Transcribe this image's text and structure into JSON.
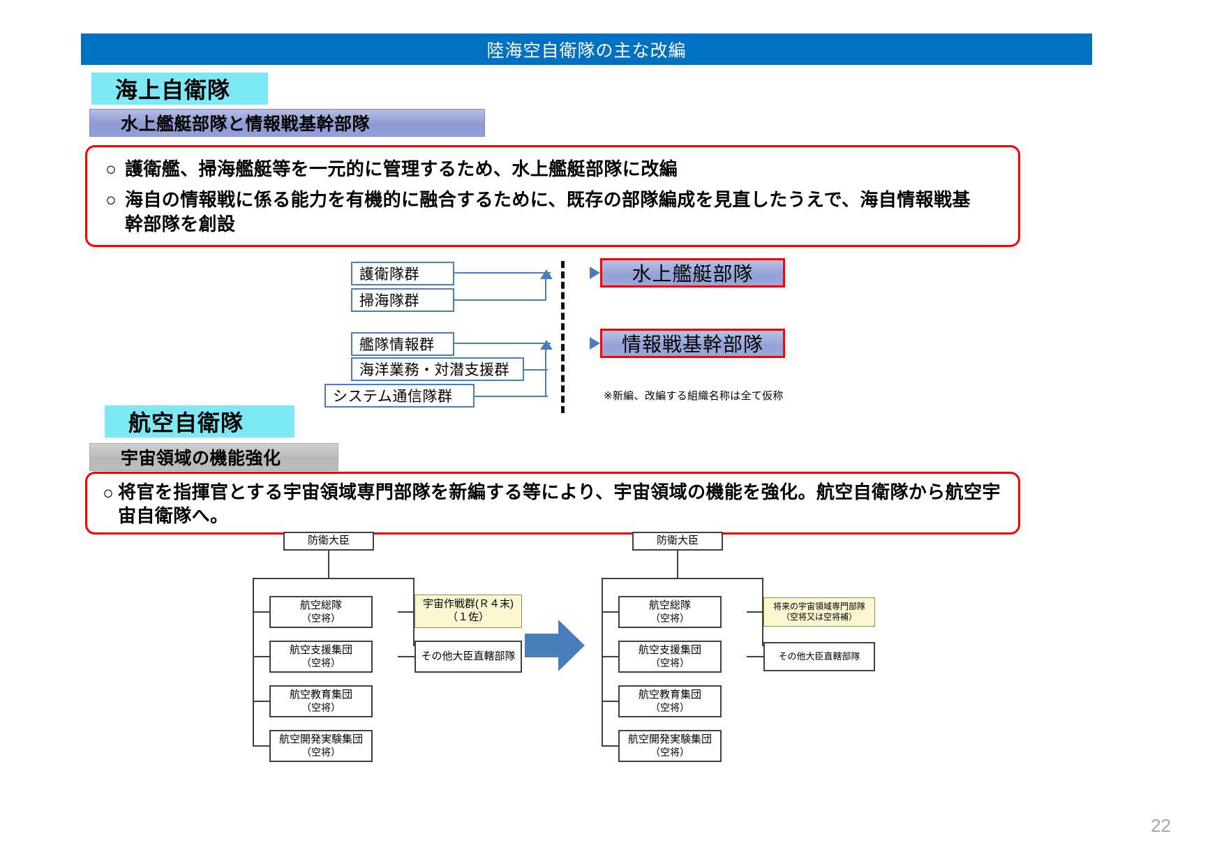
{
  "slide": {
    "title": "陸海空自衛隊の主な改編",
    "page_number": "22"
  },
  "navy": {
    "service_label": "海上自衛隊",
    "subsection_label": "水上艦艇部隊と情報戦基幹部隊",
    "bullets": [
      {
        "mark": "○",
        "text": "護衛艦、掃海艦艇等を一元的に管理するため、水上艦艇部隊に改編"
      },
      {
        "mark": "○",
        "text": "海自の情報戦に係る能力を有機的に融合するために、既存の部隊編成を見直したうえで、海自情報戦基幹部隊を創設"
      }
    ],
    "diagram": {
      "surface_sources": [
        "護衛隊群",
        "掃海隊群"
      ],
      "surface_result": "水上艦艇部隊",
      "info_sources": [
        "艦隊情報群",
        "海洋業務・対潜支援群",
        "システム通信隊群"
      ],
      "info_result": "情報戦基幹部隊",
      "note": "※新編、改編する組織名称は全て仮称"
    }
  },
  "air": {
    "service_label": "航空自衛隊",
    "subsection_label": "宇宙領域の機能強化",
    "bullets": [
      {
        "mark": "○",
        "text": "将官を指揮官とする宇宙領域専門部隊を新編する等により、宇宙領域の機能を強化。航空自衛隊から航空宇宙自衛隊へ。"
      }
    ],
    "chart_before": {
      "root": "防衛大臣",
      "left_units": [
        {
          "line1": "航空総隊",
          "line2": "（空将）"
        },
        {
          "line1": "航空支援集団",
          "line2": "（空将）"
        },
        {
          "line1": "航空教育集団",
          "line2": "（空将）"
        },
        {
          "line1": "航空開発実験集団",
          "line2": "（空将）"
        }
      ],
      "right_units": [
        {
          "line1": "宇宙作戦群(Ｒ４末)",
          "line2": "（１佐）",
          "highlight": "yellow"
        },
        {
          "line1": "その他大臣直轄部隊",
          "line2": "",
          "highlight": "none"
        }
      ]
    },
    "chart_after": {
      "root": "防衛大臣",
      "left_units": [
        {
          "line1": "航空総隊",
          "line2": "（空将）"
        },
        {
          "line1": "航空支援集団",
          "line2": "（空将）"
        },
        {
          "line1": "航空教育集団",
          "line2": "（空将）"
        },
        {
          "line1": "航空開発実験集団",
          "line2": "（空将）"
        }
      ],
      "right_units": [
        {
          "line1": "将来の宇宙領域専門部隊",
          "line2": "（空将又は空将補）",
          "highlight": "yellow"
        },
        {
          "line1": "その他大臣直轄部隊",
          "line2": "",
          "highlight": "none"
        }
      ]
    }
  },
  "colors": {
    "title_bar": "#0070c0",
    "service_heading": "#7de9f5",
    "subsection_navy": "#8e9ad2",
    "subsection_air": "#b8b8b8",
    "bullet_box_border": "#ff0000",
    "diagram_blue": "#4a7ebb",
    "result_box_fill": "#93a1d6",
    "highlight_yellow": "#fcf6d1",
    "page_number": "#a6a6a6"
  }
}
